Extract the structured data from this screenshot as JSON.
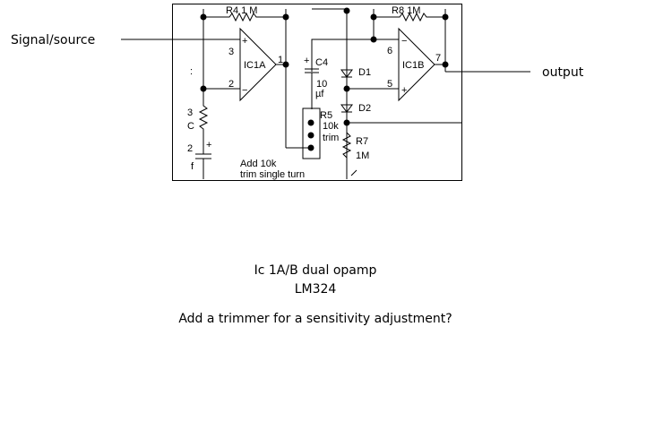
{
  "labels": {
    "signal_source": "Signal/source",
    "output": "output"
  },
  "schematic": {
    "r4": "R4 1 M",
    "r8": "R8 1M",
    "ic1a": "IC1A",
    "ic1b": "IC1B",
    "pin3": "3",
    "pin2": "2",
    "pin1": "1",
    "pin6": "6",
    "pin5": "5",
    "pin7": "7",
    "c4": "C4",
    "c4_value_1": "10",
    "c4_value_2": "µf",
    "r5": "R5",
    "r5_value_1": "10k",
    "r5_value_2": "trim",
    "d1": "D1",
    "d2": "D2",
    "r7": "R7",
    "r7_value": "1M",
    "note_1": "Add 10k",
    "note_2": "trim single turn",
    "frag_1": ":",
    "frag_2": "3",
    "frag_3": "C",
    "frag_4": "2",
    "frag_5": "f"
  },
  "caption": {
    "line1": "Ic 1A/B  dual opamp",
    "line2": "LM324",
    "line3": "Add a trimmer for a sensitivity adjustment?"
  }
}
